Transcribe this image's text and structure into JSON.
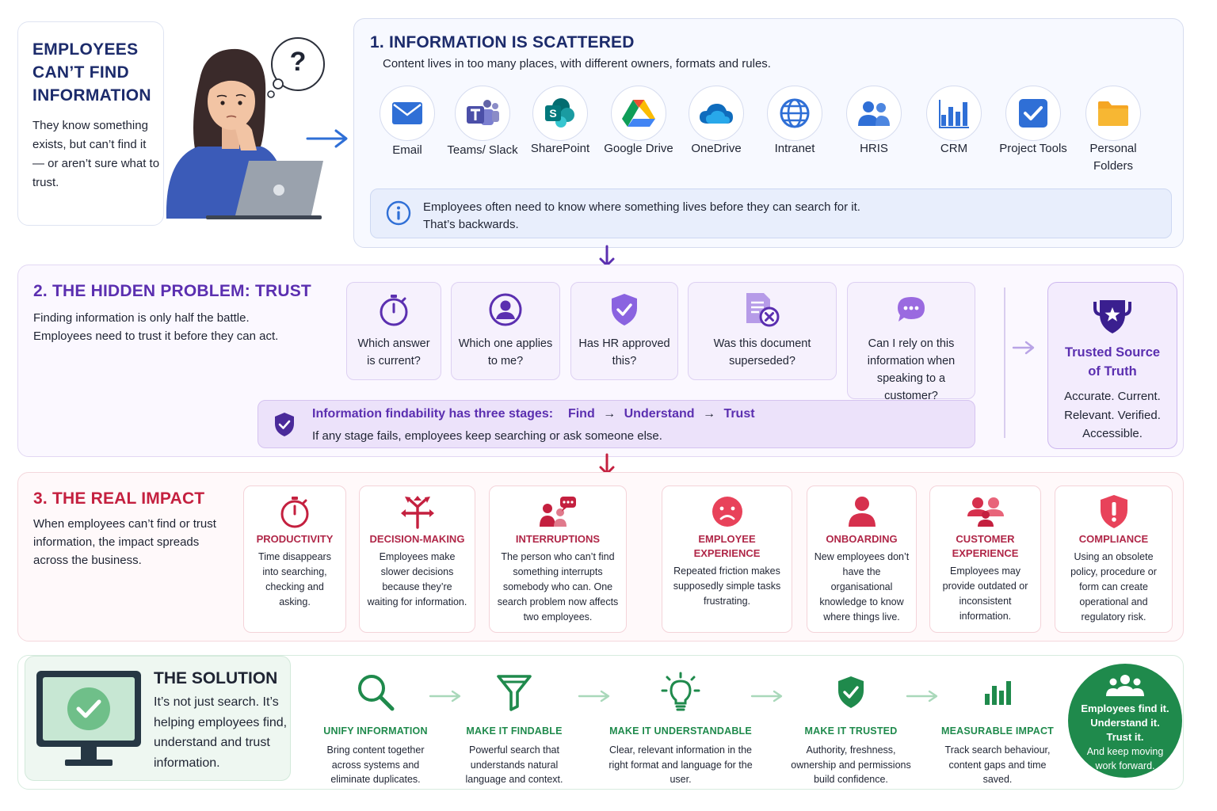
{
  "intro": {
    "title": "EMPLOYEES CAN’T FIND INFORMATION",
    "body": "They know something exists, but can’t find it — or aren’t sure what to trust.",
    "thought_symbol": "?"
  },
  "section1": {
    "title": "1. INFORMATION IS SCATTERED",
    "subtitle": "Content lives in too many places, with different owners, formats and rules.",
    "sources": [
      {
        "label": "Email",
        "icon": "email-icon"
      },
      {
        "label": "Teams/ Slack",
        "icon": "teams-icon"
      },
      {
        "label": "SharePoint",
        "icon": "sharepoint-icon"
      },
      {
        "label": "Google Drive",
        "icon": "google-drive-icon"
      },
      {
        "label": "OneDrive",
        "icon": "onedrive-icon"
      },
      {
        "label": "Intranet",
        "icon": "globe-icon"
      },
      {
        "label": "HRIS",
        "icon": "people-icon"
      },
      {
        "label": "CRM",
        "icon": "bar-chart-icon"
      },
      {
        "label": "Project Tools",
        "icon": "checkbox-icon"
      },
      {
        "label": "Personal Folders",
        "icon": "folder-icon"
      }
    ],
    "callout_line1": "Employees often need to know where something lives before they can search for it.",
    "callout_line2": "That’s backwards."
  },
  "section2": {
    "title": "2. THE HIDDEN PROBLEM: TRUST",
    "body": "Finding information is only half the battle. Employees need to trust it before they can act.",
    "questions": [
      {
        "text": "Which answer is current?",
        "icon": "stopwatch-icon"
      },
      {
        "text": "Which one applies to me?",
        "icon": "user-icon"
      },
      {
        "text": "Has HR approved this?",
        "icon": "shield-check-icon"
      },
      {
        "text": "Was this document superseded?",
        "icon": "document-x-icon"
      },
      {
        "text": "Can I rely on this information when speaking to a customer?",
        "icon": "chat-bubble-icon"
      }
    ],
    "stages_label": "Information findability has three stages:",
    "stage1": "Find",
    "stage2": "Understand",
    "stage3": "Trust",
    "stage_arrow": "→",
    "stages_note": "If any stage fails, employees keep searching or ask someone else.",
    "trusted_title": "Trusted Source of Truth",
    "trusted_body": "Accurate. Current. Relevant. Verified. Accessible."
  },
  "section3": {
    "title": "3. THE REAL IMPACT",
    "body": "When employees can’t find or trust information, the impact spreads across the business.",
    "impacts": [
      {
        "title": "PRODUCTIVITY",
        "text": "Time disappears into searching, checking and asking.",
        "icon": "stopwatch-icon"
      },
      {
        "title": "DECISION-MAKING",
        "text": "Employees make slower decisions because they’re waiting for information.",
        "icon": "arrows-split-icon"
      },
      {
        "title": "INTERRUPTIONS",
        "text": "The person who can’t find something interrupts somebody who can. One search problem now affects two employees.",
        "icon": "people-chat-icon"
      },
      {
        "title": "EMPLOYEE EXPERIENCE",
        "text": "Repeated friction makes supposedly simple tasks frustrating.",
        "icon": "sad-face-icon"
      },
      {
        "title": "ONBOARDING",
        "text": "New employees don’t have the organisational knowledge to know where things live.",
        "icon": "person-icon"
      },
      {
        "title": "CUSTOMER EXPERIENCE",
        "text": "Employees may provide outdated or inconsistent information.",
        "icon": "group-icon"
      },
      {
        "title": "COMPLIANCE",
        "text": "Using an obsolete policy, procedure or form can create operational and regulatory risk.",
        "icon": "shield-alert-icon"
      }
    ]
  },
  "solution": {
    "title": "THE SOLUTION",
    "body": "It’s not just search. It’s helping employees find, understand and trust information.",
    "steps": [
      {
        "title": "UNIFY INFORMATION",
        "text": "Bring content together across systems and eliminate duplicates.",
        "icon": "magnifier-icon"
      },
      {
        "title": "MAKE IT FINDABLE",
        "text": "Powerful search that understands natural language and context.",
        "icon": "funnel-icon"
      },
      {
        "title": "MAKE IT UNDERSTANDABLE",
        "text": "Clear, relevant information in the right format and language for the user.",
        "icon": "lightbulb-icon"
      },
      {
        "title": "MAKE IT TRUSTED",
        "text": "Authority, freshness, ownership and permissions build confidence.",
        "icon": "shield-check-icon"
      },
      {
        "title": "MEASURABLE IMPACT",
        "text": "Track search behaviour, content gaps and time saved.",
        "icon": "bar-chart-icon"
      }
    ],
    "outcome_line1": "Employees find it.",
    "outcome_line2": "Understand it.",
    "outcome_line3": "Trust it.",
    "outcome_line4": "And keep moving work forward."
  },
  "colors": {
    "navy": "#1c2b6b",
    "blue_accent": "#2f6fd6",
    "purple": "#5b2fb0",
    "red": "#b02748",
    "green": "#1f8a4c"
  }
}
